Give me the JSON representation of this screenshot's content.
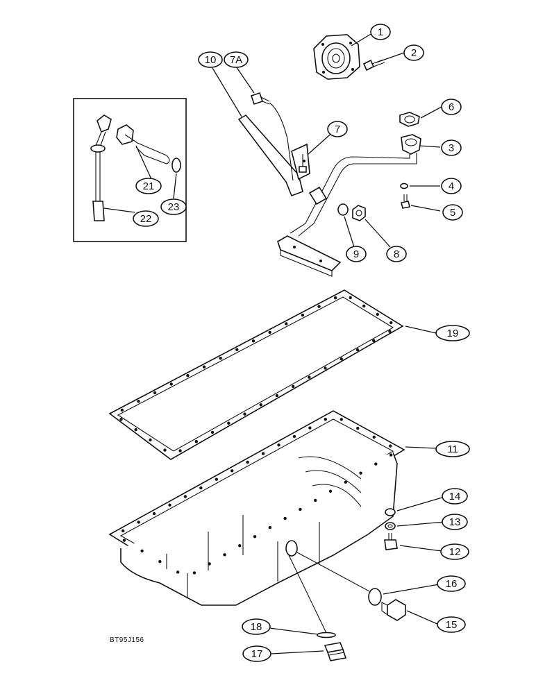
{
  "drawing_code": "BT95J156",
  "callouts": [
    {
      "id": "c1",
      "label": "1"
    },
    {
      "id": "c2",
      "label": "2"
    },
    {
      "id": "c3",
      "label": "3"
    },
    {
      "id": "c4",
      "label": "4"
    },
    {
      "id": "c5",
      "label": "5"
    },
    {
      "id": "c6",
      "label": "6"
    },
    {
      "id": "c7",
      "label": "7"
    },
    {
      "id": "c7a",
      "label": "7A"
    },
    {
      "id": "c8",
      "label": "8"
    },
    {
      "id": "c9",
      "label": "9"
    },
    {
      "id": "c10",
      "label": "10"
    },
    {
      "id": "c11",
      "label": "11"
    },
    {
      "id": "c12",
      "label": "12"
    },
    {
      "id": "c13",
      "label": "13"
    },
    {
      "id": "c14",
      "label": "14"
    },
    {
      "id": "c15",
      "label": "15"
    },
    {
      "id": "c16",
      "label": "16"
    },
    {
      "id": "c17",
      "label": "17"
    },
    {
      "id": "c18",
      "label": "18"
    },
    {
      "id": "c19",
      "label": "19"
    },
    {
      "id": "c21",
      "label": "21"
    },
    {
      "id": "c22",
      "label": "22"
    },
    {
      "id": "c23",
      "label": "23"
    }
  ]
}
